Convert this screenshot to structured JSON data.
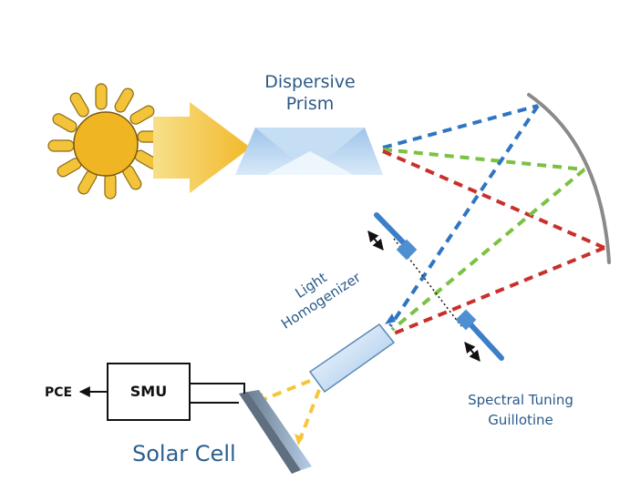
{
  "labels": {
    "prism_line1": "Dispersive",
    "prism_line2": "Prism",
    "homogenizer_line1": "Light",
    "homogenizer_line2": "Homogenizer",
    "guillotine_line1": "Spectral Tuning",
    "guillotine_line2": "Guillotine",
    "smu": "SMU",
    "pce": "PCE",
    "solar_cell": "Solar Cell"
  },
  "colors": {
    "sun_ray": "#f2c53a",
    "sun_core": "#f0b522",
    "beam_yellow": "#f6c63a",
    "blue_beam": "#2f75c2",
    "green_beam": "#7bc142",
    "red_beam": "#c9302c",
    "mirror": "#8a8a8a",
    "text": "#2c5a86"
  },
  "icons": {
    "sun": "sun-icon",
    "arrow": "arrow-icon"
  }
}
